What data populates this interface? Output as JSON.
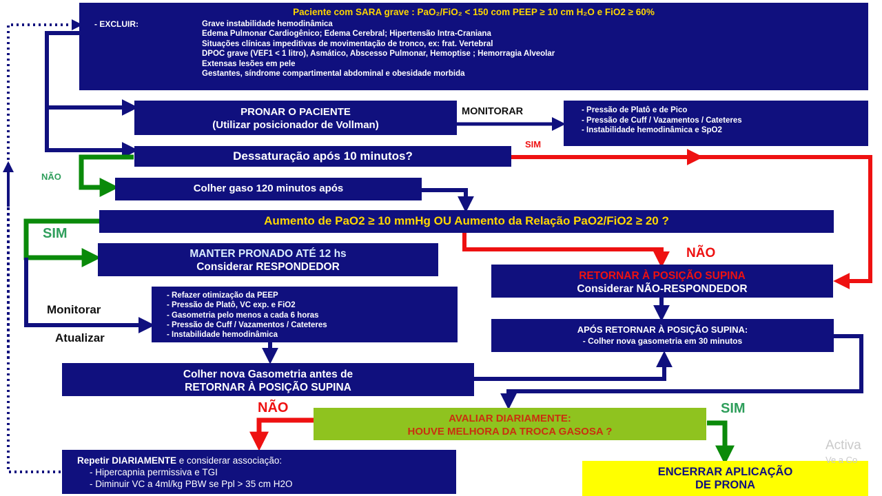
{
  "colors": {
    "navy": "#10107e",
    "green_box": "#8fc31f",
    "yellow_box": "#ffff00",
    "yellow_text": "#ffd700",
    "red": "#ee1111",
    "green_arrow": "#0a8a0a",
    "green_text": "#2e9e5b"
  },
  "top": {
    "title": "Paciente com SARA grave : PaO₂/FiO₂ < 150 com PEEP ≥ 10 cm H₂O e FiO2 ≥ 60%",
    "exclude_label": "-  EXCLUIR:",
    "items": [
      "Grave instabilidade hemodinâmica",
      "Edema Pulmonar Cardiogênico; Edema Cerebral; Hipertensão Intra-Craniana",
      "Situações clínicas impeditivas de movimentação de tronco, ex: frat. Vertebral",
      "DPOC grave (VEF1 < 1 litro), Asmático, Abscesso Pulmonar, Hemoptise ; Hemorragia Alveolar",
      "Extensas lesões em pele",
      "Gestantes, síndrome compartimental abdominal e obesidade morbida"
    ]
  },
  "pronar": {
    "line1": "PRONAR O PACIENTE",
    "line2": "(Utilizar posicionador de Vollman)"
  },
  "monitorar_label": "MONITORAR",
  "monitor_box": {
    "items": [
      "- Pressão de Platô e de Pico",
      "- Pressão de Cuff / Vazamentos / Cateteres",
      "- Instabilidade hemodinâmica  e  SpO2"
    ]
  },
  "dessat": {
    "text": "Dessaturação após 10 minutos?"
  },
  "sim_1": "SIM",
  "nao_1": "NÃO",
  "colher_gaso": {
    "text": "Colher gaso 120 minutos após"
  },
  "aumento": {
    "text": "Aumento de PaO2 ≥ 10 mmHg OU Aumento da Relação PaO2/FiO2  ≥ 20 ?"
  },
  "sim_2": "SIM",
  "nao_2": "NÃO",
  "manter": {
    "line1": "MANTER PRONADO ATÉ 12 hs",
    "line2": "Considerar RESPONDEDOR"
  },
  "retornar": {
    "line1": "RETORNAR À POSIÇÃO SUPINA",
    "line2": "Considerar NÃO-RESPONDEDOR"
  },
  "monitorar2_label": "Monitorar",
  "atualizar_label": "Atualizar",
  "refazer": {
    "items": [
      "-  Refazer otimização da PEEP",
      "-  Pressão de Platô, VC exp. e FiO2",
      "-  Gasometria pelo menos a cada 6 horas",
      "-  Pressão de Cuff / Vazamentos / Cateteres",
      "-  Instabilidade hemodinâmica"
    ]
  },
  "apos": {
    "line1": "APÓS RETORNAR À POSIÇÃO SUPINA:",
    "line2": "- Colher nova gasometria em 30 minutos"
  },
  "colher_nova": {
    "line1": "Colher nova Gasometria antes de",
    "line2": "RETORNAR À POSIÇÃO SUPINA"
  },
  "nao_3": "NÃO",
  "sim_3": "SIM",
  "avaliar": {
    "line1": "AVALIAR DIARIAMENTE:",
    "line2": "HOUVE MELHORA DA TROCA GASOSA ?"
  },
  "repetir": {
    "title_bold": "Repetir DIARIAMENTE",
    "title_rest": "  e considerar associação:",
    "items": [
      "- Hipercapnia permissiva e TGI",
      "- Diminuir VC a 4ml/kg PBW se Ppl > 35 cm H2O"
    ]
  },
  "encerrar": {
    "line1": "ENCERRAR APLICAÇÃO",
    "line2": "DE PRONA"
  },
  "watermark": {
    "line1": "Activa",
    "line2": "Ve a Co"
  }
}
